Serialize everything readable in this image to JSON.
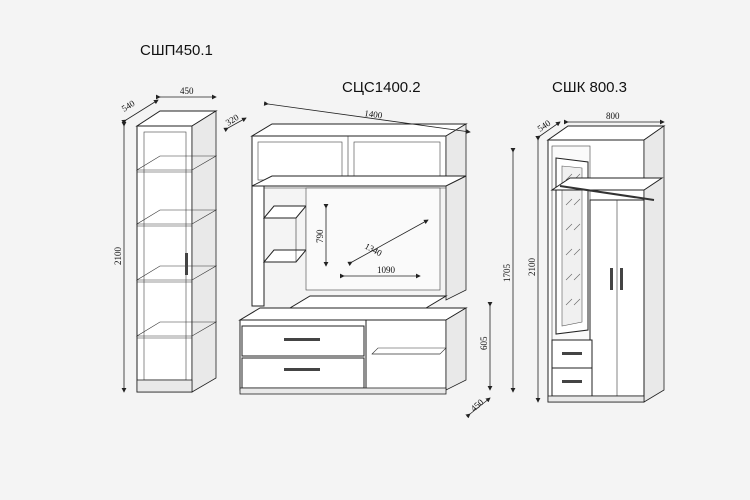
{
  "titles": {
    "left": "СШП450.1",
    "center": "СЦС1400.2",
    "right": "СШК 800.3"
  },
  "dims": {
    "left_depth": "540",
    "left_width": "450",
    "left_height": "2100",
    "center_depth": "320",
    "center_width": "1400",
    "center_height": "1705",
    "center_niche_height": "790",
    "center_diag": "1340",
    "center_niche_width": "1090",
    "center_base_height": "605",
    "center_base_depth": "450",
    "right_depth": "540",
    "right_width": "800",
    "right_height": "2100"
  }
}
